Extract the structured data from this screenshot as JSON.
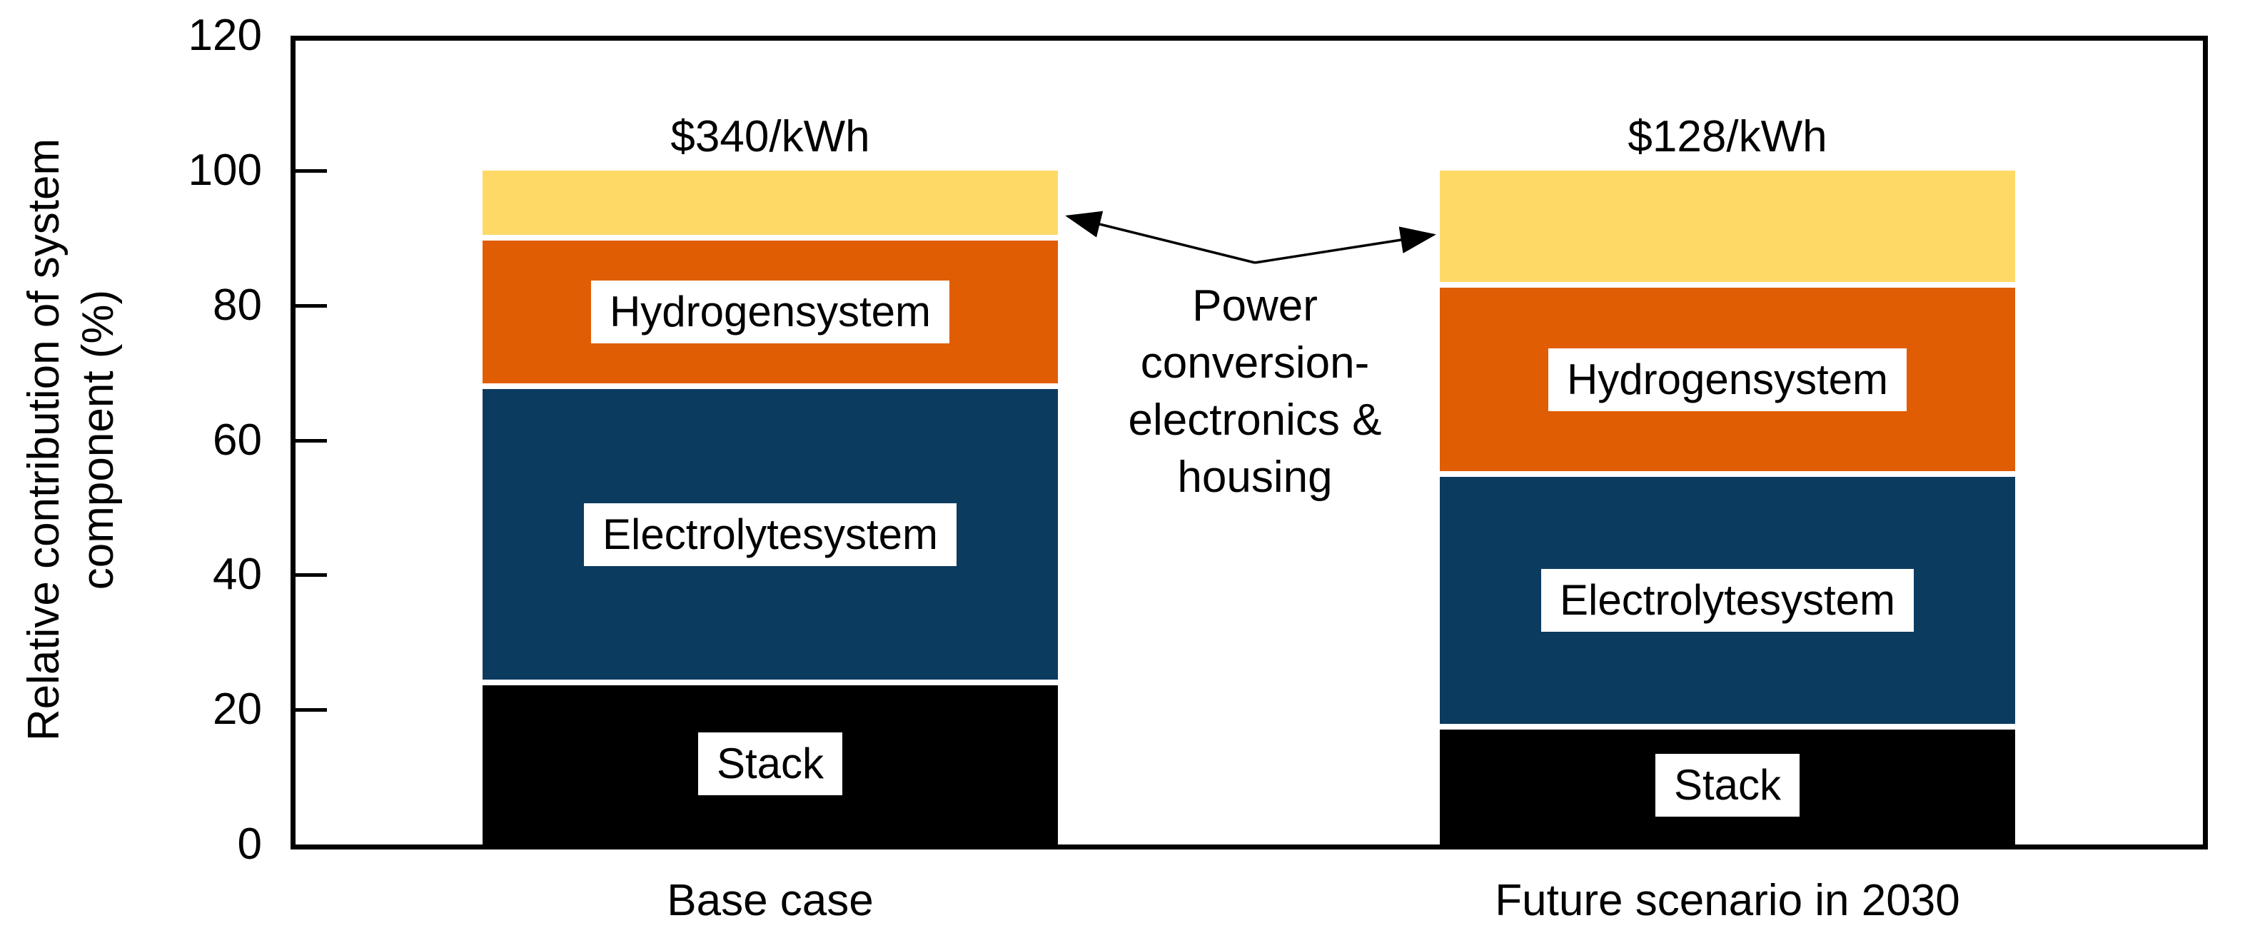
{
  "chart_data": {
    "type": "bar",
    "stacked": true,
    "orientation": "vertical",
    "background": "#ffffff",
    "axis_color": "#000000",
    "ylabel_lines": [
      "Relative contribution of system",
      "component (%)"
    ],
    "ylim": [
      0,
      120
    ],
    "yticks": [
      0,
      20,
      40,
      60,
      80,
      100,
      120
    ],
    "grid": "off",
    "legend": "off",
    "categories": [
      "Base case",
      "Future scenario in 2030"
    ],
    "bar_value_annotations": [
      "$340/kWh",
      "$128/kWh"
    ],
    "series": [
      {
        "name": "Stack",
        "color": "#000000",
        "values": [
          24,
          17.5
        ],
        "in_bar_label": true
      },
      {
        "name": "Electrolyte system",
        "color": "#0c3b60",
        "values": [
          44,
          37.5
        ],
        "in_bar_label": true
      },
      {
        "name": "Hydrogen system",
        "color": "#e05d04",
        "values": [
          22,
          28
        ],
        "in_bar_label": true
      },
      {
        "name": "Power conversion-electronics & housing",
        "color": "#ffd966",
        "values": [
          10,
          17
        ],
        "in_bar_label": false
      }
    ],
    "annotation": {
      "lines": [
        "Power",
        "conversion-",
        "electronics &",
        "housing"
      ],
      "target_series": "Power conversion-electronics & housing",
      "arrow_color": "#000000"
    }
  }
}
